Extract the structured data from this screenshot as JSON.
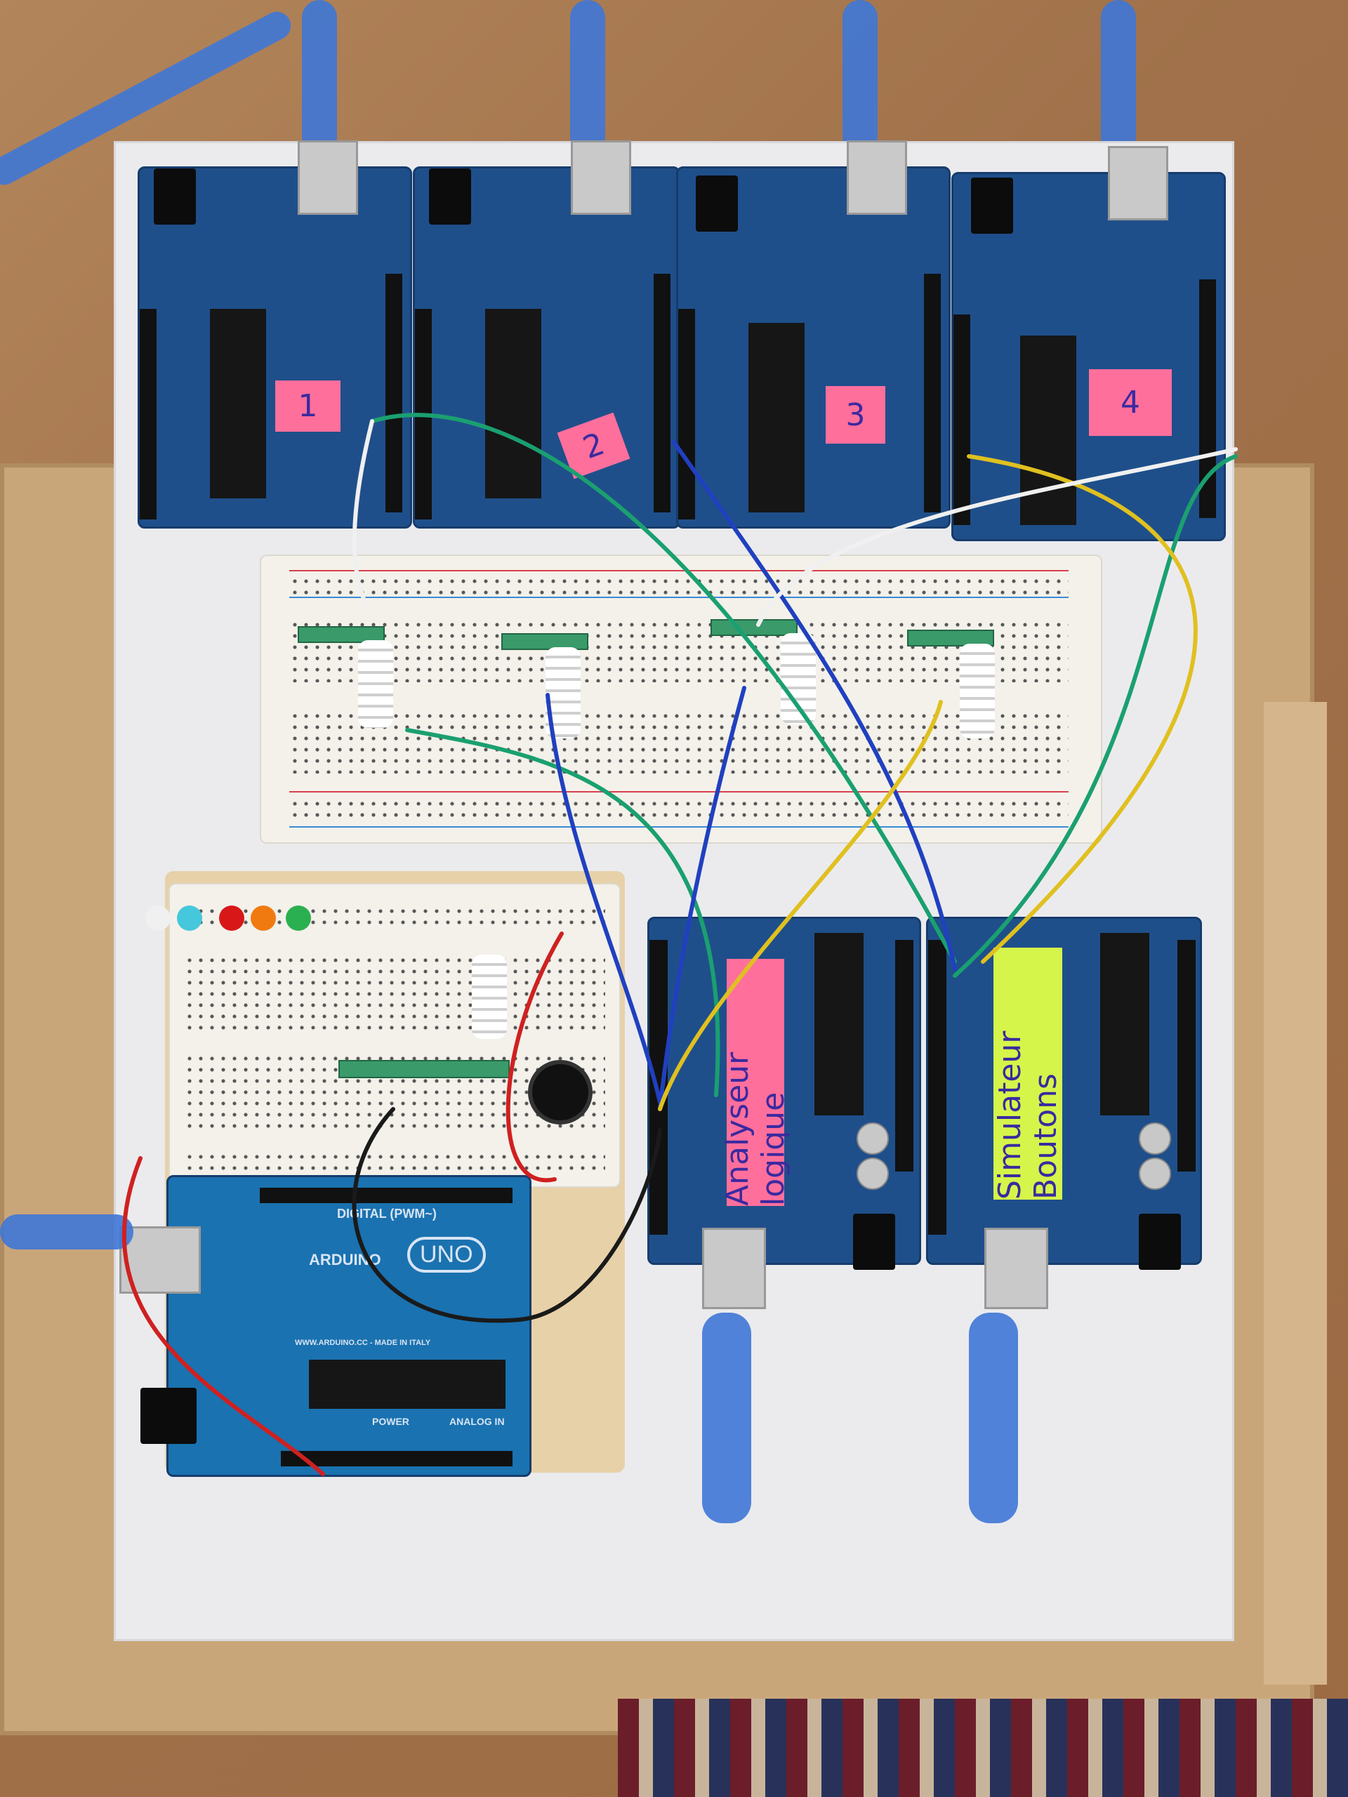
{
  "scene": {
    "description_labels": {
      "board_labels": [
        "1",
        "2",
        "3",
        "4"
      ],
      "analyzer_label": "Analyseur logique",
      "simulator_label": "Simulateur Boutons"
    },
    "silkscreen": {
      "uno": "UNO",
      "arduino": "ARDUINO",
      "digital": "DIGITAL (PWM~)",
      "power": "POWER",
      "analog_in": "ANALOG IN",
      "url": "WWW.ARDUINO.CC - MADE IN ITALY"
    },
    "colors": {
      "board_blue": "#1f4f8a",
      "pink_note": "#ff6f9c",
      "lime_note": "#d6f54a",
      "usb_blue": "#3f77d6"
    }
  }
}
